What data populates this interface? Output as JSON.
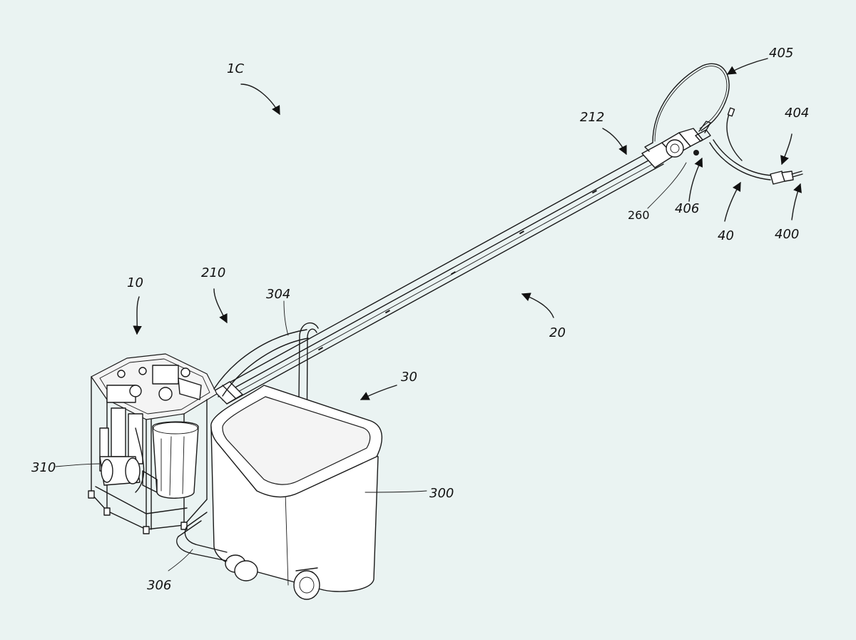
{
  "figure": {
    "reference_labels": {
      "system": "1C",
      "pump_unit": "10",
      "boom": "20",
      "bin": "30",
      "hose": "40",
      "pump_end": "210",
      "boom_end": "212",
      "handle": "260",
      "tank": "300",
      "tube_304": "304",
      "tube_306": "306",
      "reservoir": "310",
      "nozzle": "400",
      "nozzle_tip": "404",
      "loop_cable": "405",
      "valve": "406"
    }
  }
}
